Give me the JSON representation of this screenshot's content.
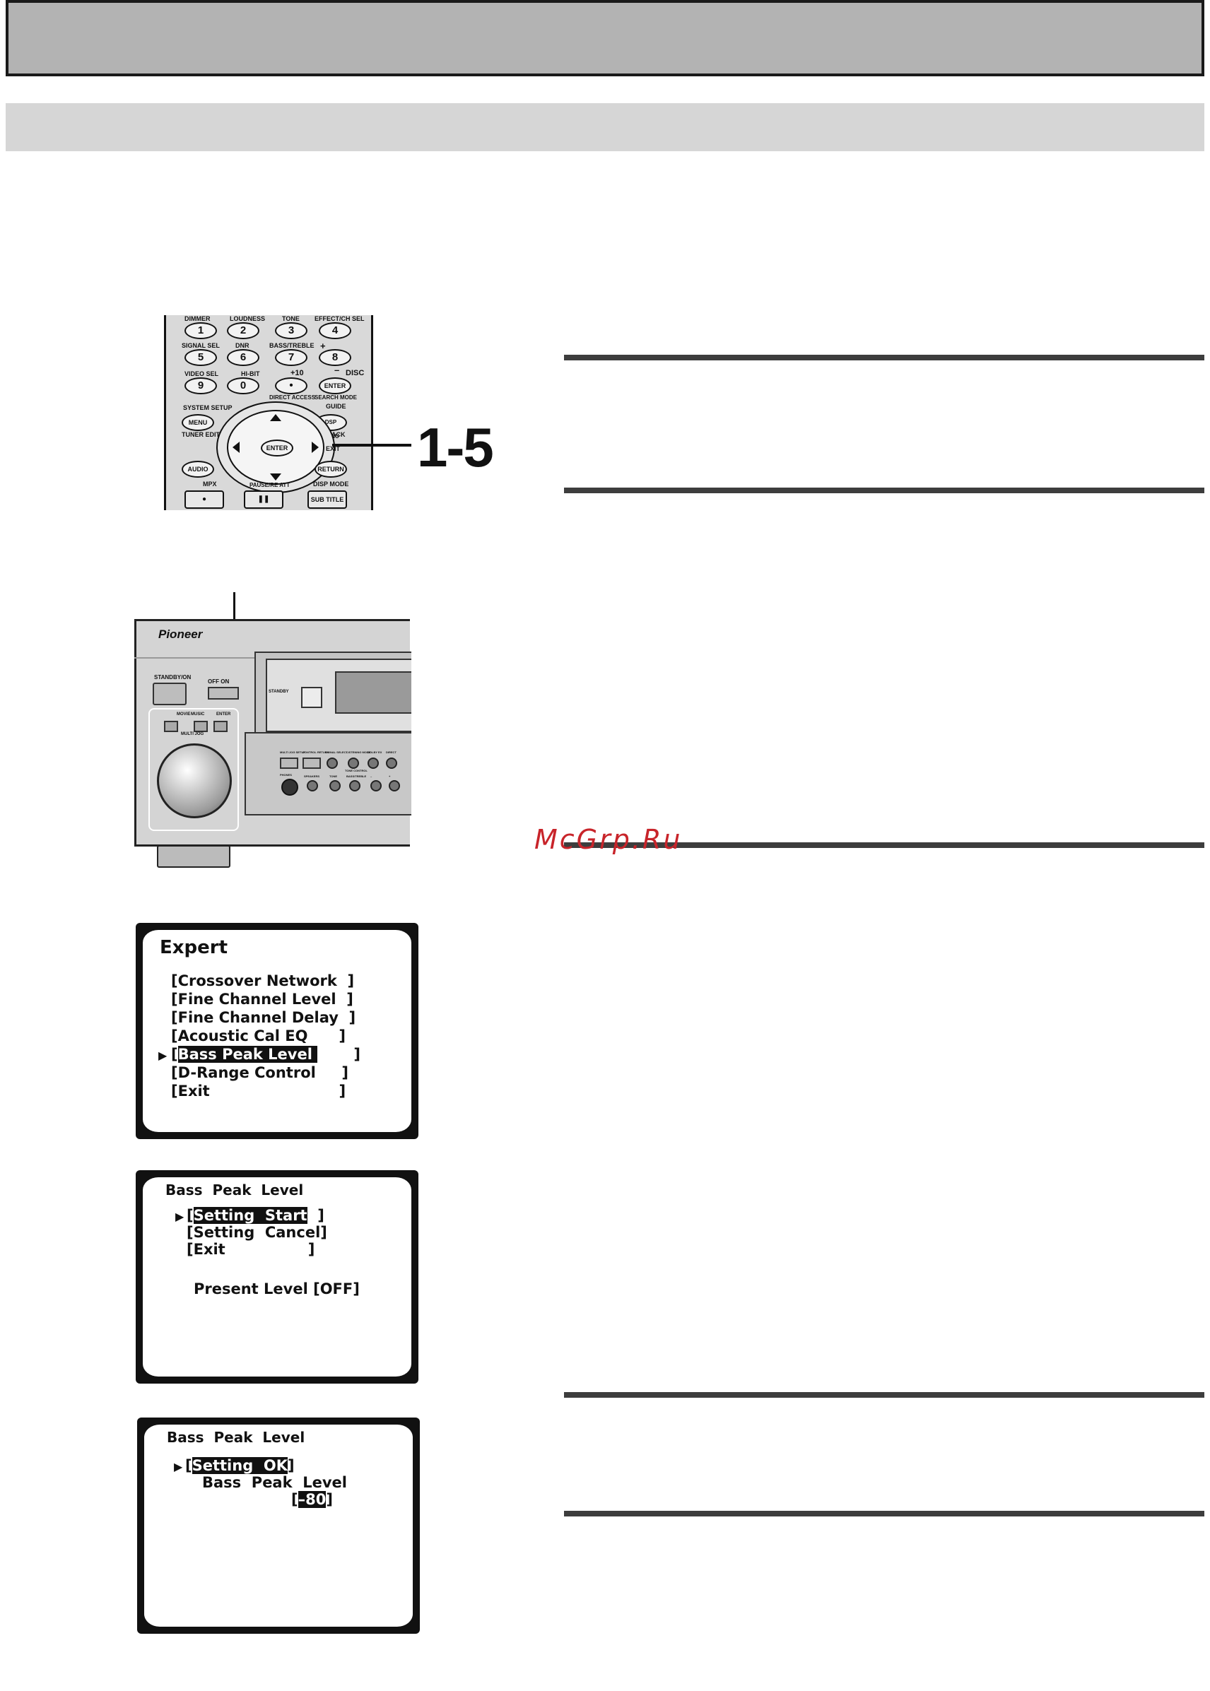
{
  "remote": {
    "row1_labels": [
      "DIMMER",
      "LOUDNESS",
      "TONE",
      "EFFECT/CH SEL"
    ],
    "row1_keys": [
      "1",
      "2",
      "3",
      "4"
    ],
    "row2_labels": [
      "SIGNAL SEL",
      "DNR",
      "BASS/TREBLE"
    ],
    "row2_keys": [
      "5",
      "6",
      "7",
      "8"
    ],
    "plus": "+",
    "minus": "–",
    "row3_labels": [
      "VIDEO SEL",
      "HI-BIT",
      "+10",
      "DISC"
    ],
    "row3_keys": [
      "9",
      "0",
      "•",
      "ENTER"
    ],
    "direct_access": "DIRECT ACCESS",
    "search_mode": "SEARCH MODE",
    "system_setup": "SYSTEM SETUP",
    "guide": "GUIDE",
    "menu": "MENU",
    "dsp_menu": "DSP MENU",
    "tuner_edit": "TUNER EDIT",
    "track": "TRACK",
    "enter": "ENTER",
    "exit": "EXIT",
    "audio": "AUDIO",
    "return": "RETURN",
    "mpx": "MPX",
    "pause": "PAUSE/RE ATT",
    "disp_mode": "DISP MODE",
    "sub_title": "SUB TITLE"
  },
  "step_label": "1-5",
  "receiver": {
    "brand": "Pioneer",
    "standby": "STANDBY/ON",
    "power": "OFF ON",
    "movie": "MOVIE",
    "music": "MUSIC",
    "enter": "ENTER",
    "multi_jog": "MULTI JOG",
    "standby_ind": "STANDBY",
    "panel_labels": [
      "MULTI JOG SETUP",
      "CONTROL RETURN",
      "SIGNAL SELECT",
      "LISTENING MODE",
      "DOLBY EX",
      "DIRECT"
    ],
    "panel_labels2": [
      "PHONES",
      "SPEAKERS",
      "TONE",
      "BASS/TREBLE",
      "–",
      "+"
    ],
    "tone_control": "TONE CONTROL"
  },
  "watermark": "McGrp.Ru",
  "osd1": {
    "title": "Expert",
    "items": [
      "[Crossover Network  ]",
      "[Fine Channel Level  ]",
      "[Fine Channel Delay  ]",
      "[Acoustic Cal EQ      ]",
      "[",
      "[D-Range Control     ]",
      "[Exit                         ]"
    ],
    "selected": "Bass Peak Level ",
    "selected_tail": "       ]",
    "cursor": "▶"
  },
  "osd2": {
    "title": "Bass  Peak  Level",
    "selected": "Setting  Start",
    "items": [
      "[Setting  Cancel]",
      "[Exit                ]"
    ],
    "present": "Present Level [OFF]",
    "cursor": "▶",
    "open": "[",
    "close": "  ]"
  },
  "osd3": {
    "title": "Bass  Peak  Level",
    "selected": "Setting  OK",
    "sub": "Bass  Peak  Level",
    "value": "–80",
    "cursor": "▶",
    "open": "[",
    "close": "]"
  }
}
